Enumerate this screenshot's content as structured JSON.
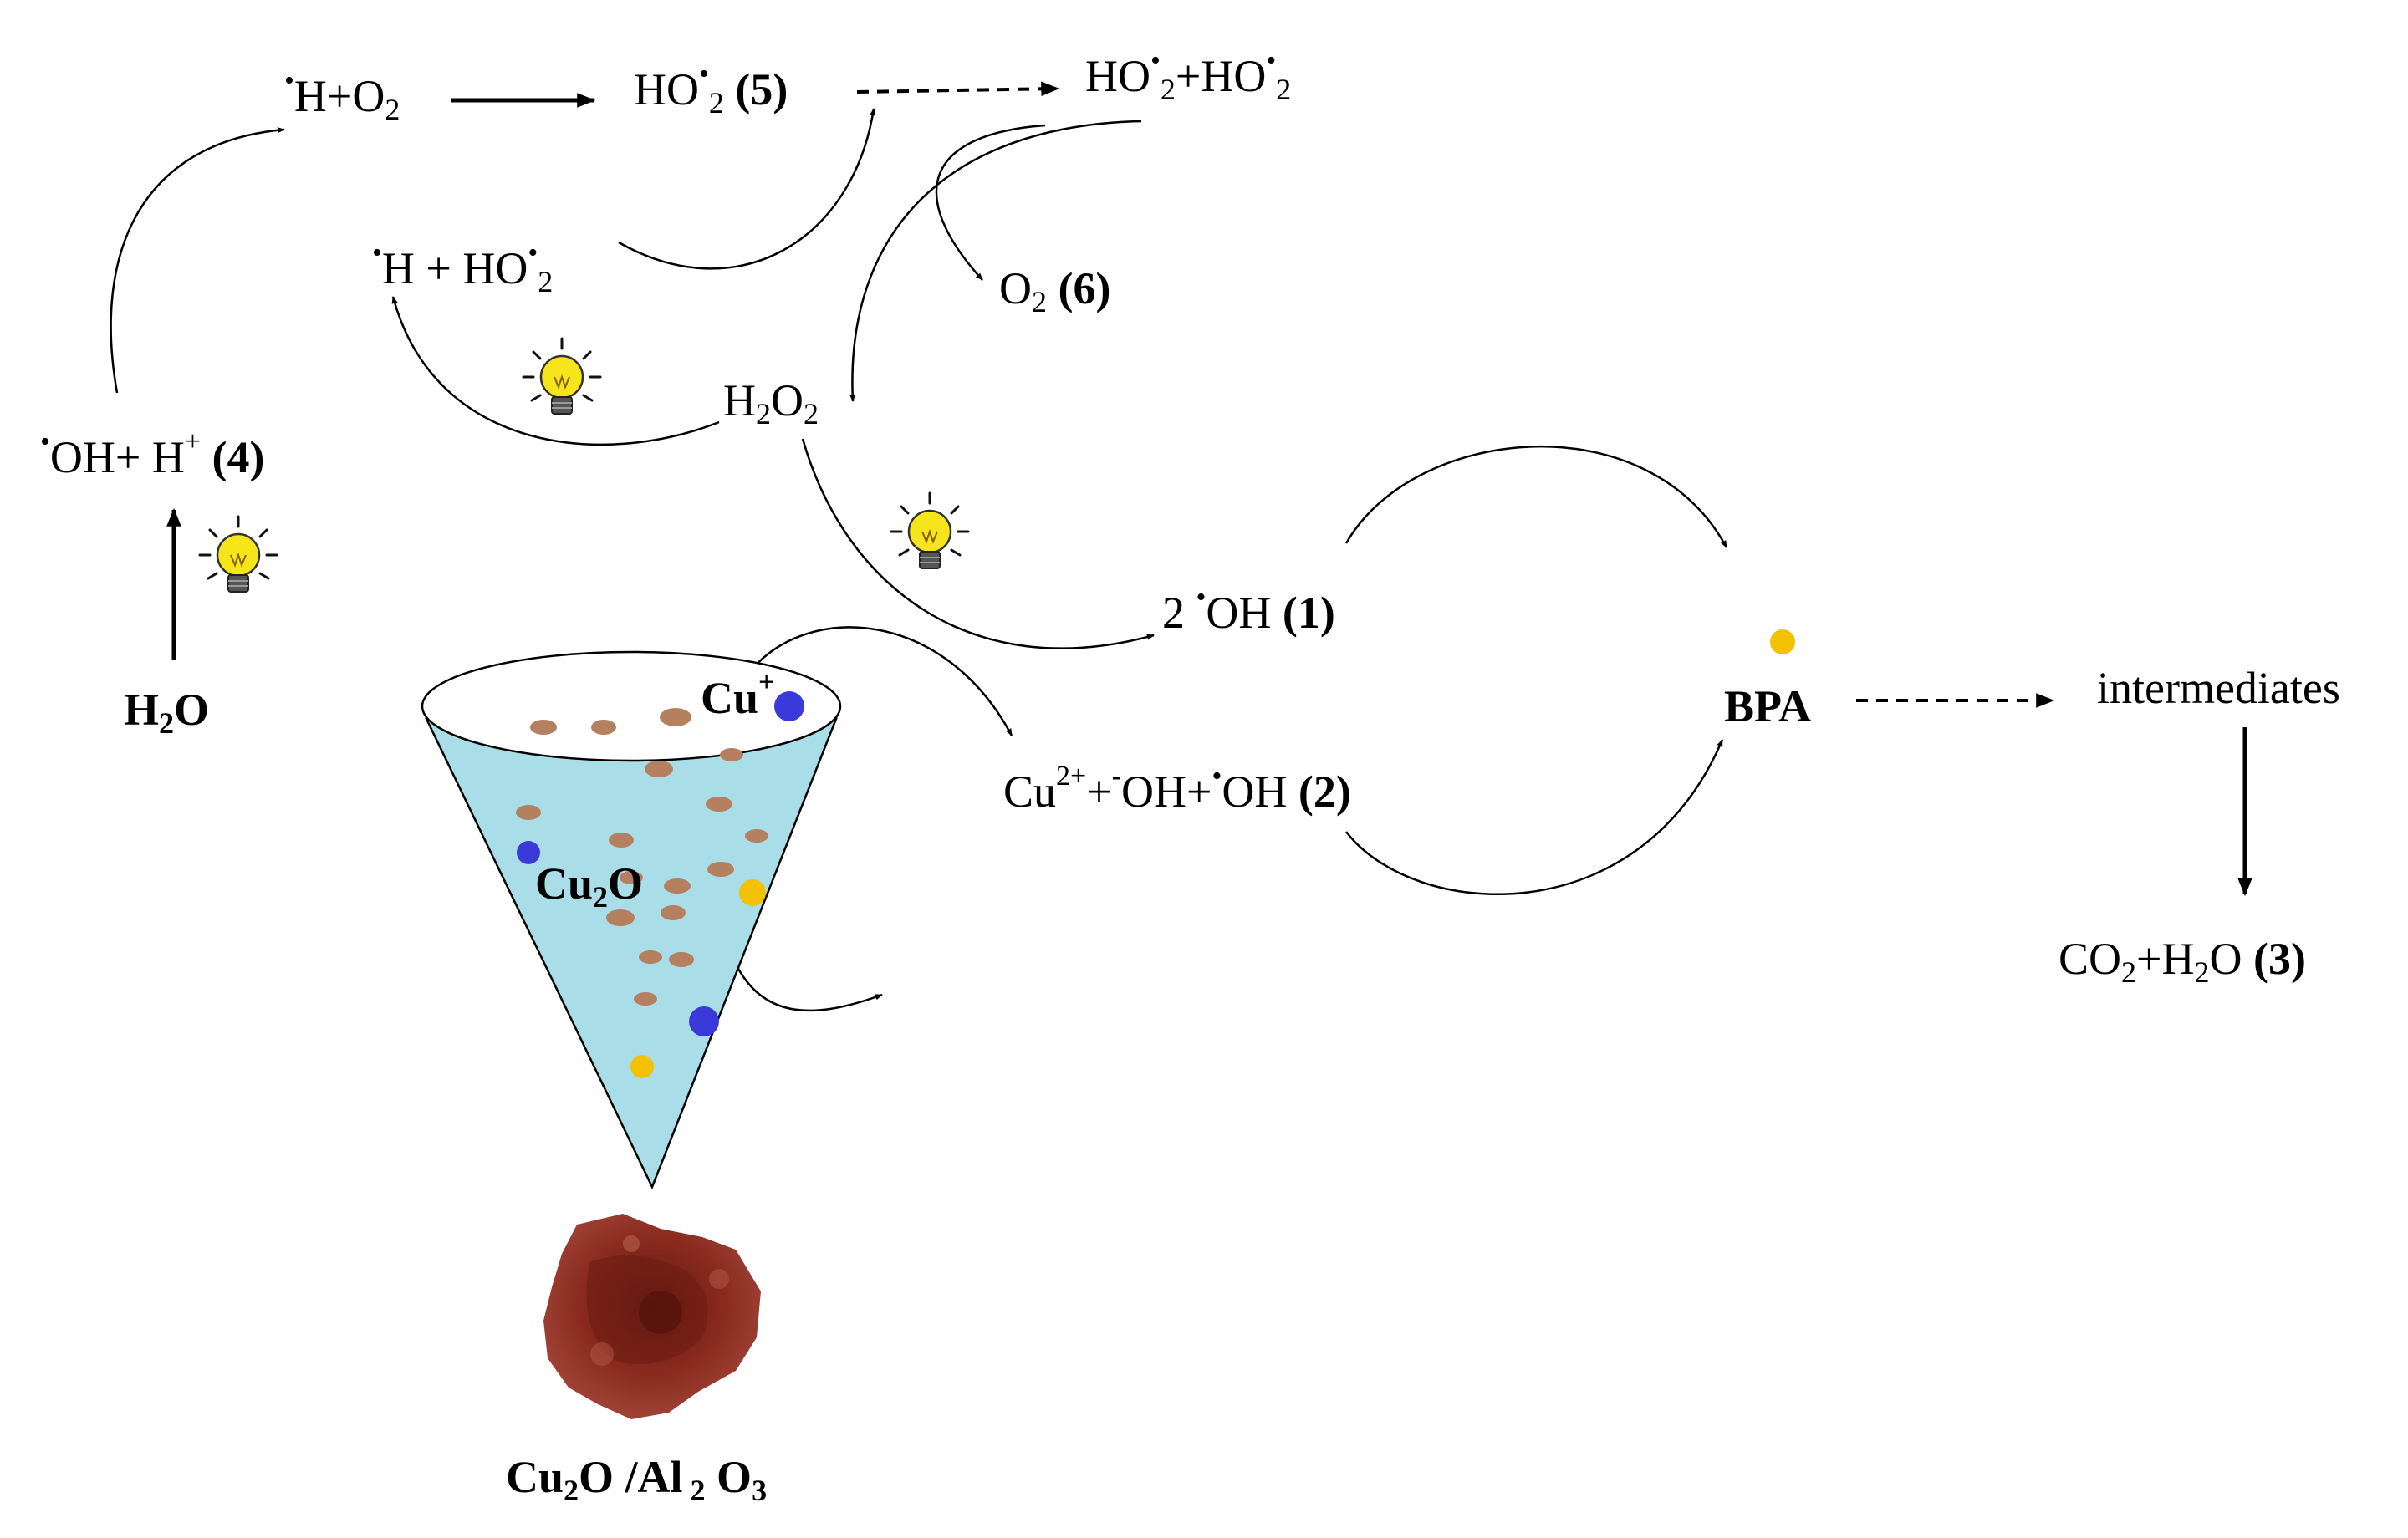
{
  "colors": {
    "cone_fill": "#a9dde8",
    "particle_brown": "#b5805f",
    "dot_blue": "#3a3adb",
    "dot_yellow": "#f2c200",
    "bulb_yellow": "#f7e51c",
    "rock": "#8a2a1f"
  },
  "labels": {
    "h_o2": {
      "dot": "•",
      "a": "H+O",
      "sub": "2"
    },
    "ho2_5": {
      "a": "HO",
      "dot": "•",
      "sub": "2",
      "num": " (5)"
    },
    "ho2_ho2": {
      "a": "HO",
      "dot1": "•",
      "sub1": "2",
      "b": "+HO",
      "dot2": "•",
      "sub2": "2"
    },
    "h_ho2": {
      "dot1": "•",
      "a": "H + HO",
      "dot2": "•",
      "sub": "2"
    },
    "o2_6": {
      "a": "O",
      "sub": "2",
      "num": " (6)"
    },
    "h2o2": {
      "a": "H",
      "sub1": "2",
      "b": "O",
      "sub2": "2"
    },
    "oh_h_4": {
      "dot": "•",
      "a": "OH+ H",
      "sup": "+",
      "num": " (4)"
    },
    "h2o": {
      "a": "H",
      "sub": "2",
      "b": "O"
    },
    "oh_1": {
      "a": "2 ",
      "dot": "•",
      "b": "OH",
      "num": " (1)"
    },
    "cu_plus": {
      "a": "Cu",
      "sup": "+"
    },
    "cu2_2": {
      "a": "Cu",
      "sup1": "2+",
      "b": "+",
      "sup2": "-",
      "c": "OH+",
      "dot": "•",
      "d": "OH",
      "num": " (2)"
    },
    "cu2o": {
      "a": "Cu",
      "sub": "2",
      "b": "O"
    },
    "bpa": "BPA",
    "intermediates": "intermediates",
    "co2_h2o_3": {
      "a": "CO",
      "sub1": "2",
      "b": "+H",
      "sub2": "2",
      "c": "O",
      "num": " (3)"
    },
    "catalyst": {
      "a": "Cu",
      "sub1": "2",
      "b": "O /Al",
      "sub2": " 2",
      "c": " O",
      "sub3": "3"
    }
  },
  "icons": [
    "light-bulb-icon",
    "light-bulb-icon",
    "light-bulb-icon"
  ]
}
